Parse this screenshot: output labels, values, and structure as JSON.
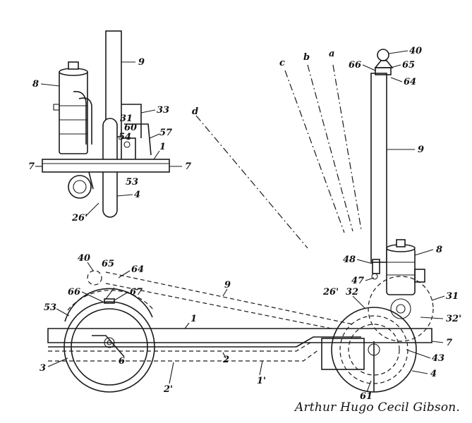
{
  "labels": {
    "l9a": "9",
    "l8a": "8",
    "l33": "33",
    "l31a": "31",
    "l60": "60",
    "l54": "54",
    "l57": "57",
    "l1a": "1",
    "l7a": "7",
    "l7b": "7",
    "l53a": "53",
    "l4a": "4",
    "l26a": "26'",
    "la": "a",
    "lb": "b",
    "lc": "c",
    "ld": "d",
    "l40a": "40",
    "l66a": "66",
    "l65a": "65",
    "l64a": "64",
    "l9b": "9",
    "l48": "48",
    "l47": "47",
    "l8b": "8",
    "l26b": "26'",
    "l32": "32",
    "l31b": "31",
    "l32p": "32'",
    "l43": "43",
    "l7c": "7",
    "l4b": "4",
    "l61": "61",
    "l40b": "40",
    "l65b": "65",
    "l64b": "64",
    "l9c": "9",
    "l66b": "66",
    "l67": "67",
    "l53b": "53",
    "l1b": "1",
    "l2": "2",
    "l1p": "1'",
    "l2p": "2'",
    "l3": "3",
    "l6": "6"
  },
  "signature": "Arthur Hugo Cecil Gibson."
}
